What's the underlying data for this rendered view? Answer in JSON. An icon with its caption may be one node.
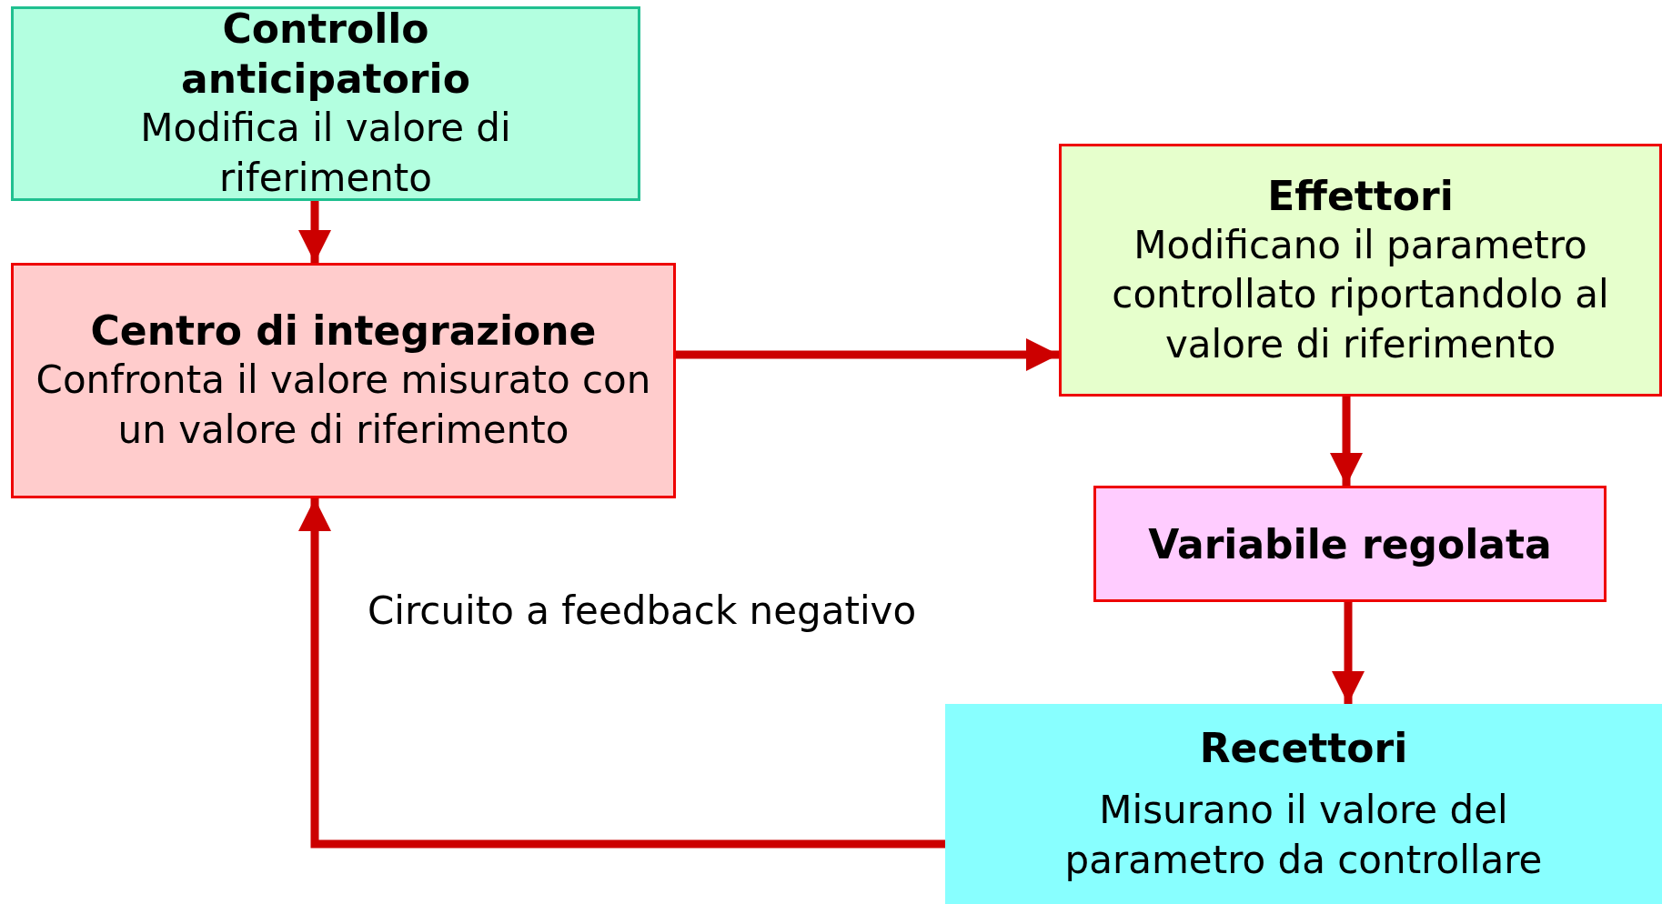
{
  "diagram": {
    "nodes": [
      {
        "text": [
          "Controllo anticipatorio",
          "Modifica il valore di riferimento"
        ]
      },
      {
        "text": [
          "Centro di integrazione",
          "Confronta il valore misurato con un valore di riferimento"
        ]
      },
      {
        "text": [
          "Effettori",
          "Modificano il parametro controllato riportandolo al valore di riferimento"
        ]
      },
      {
        "text": [
          "Variabile regolata"
        ]
      },
      {
        "text": [
          "Recettori",
          "Misurano il valore del parametro da controllare"
        ]
      }
    ],
    "edges": [
      {
        "from": 0,
        "to": 1,
        "arrow": "to"
      },
      {
        "from": 1,
        "to": 2,
        "arrow": "to"
      },
      {
        "from": 2,
        "to": 3,
        "arrow": "to"
      },
      {
        "from": 3,
        "to": 4,
        "arrow": "to"
      },
      {
        "from": 4,
        "to": 1,
        "arrow": "to"
      }
    ],
    "labels": [
      "Circuito a feedback negativo"
    ]
  }
}
